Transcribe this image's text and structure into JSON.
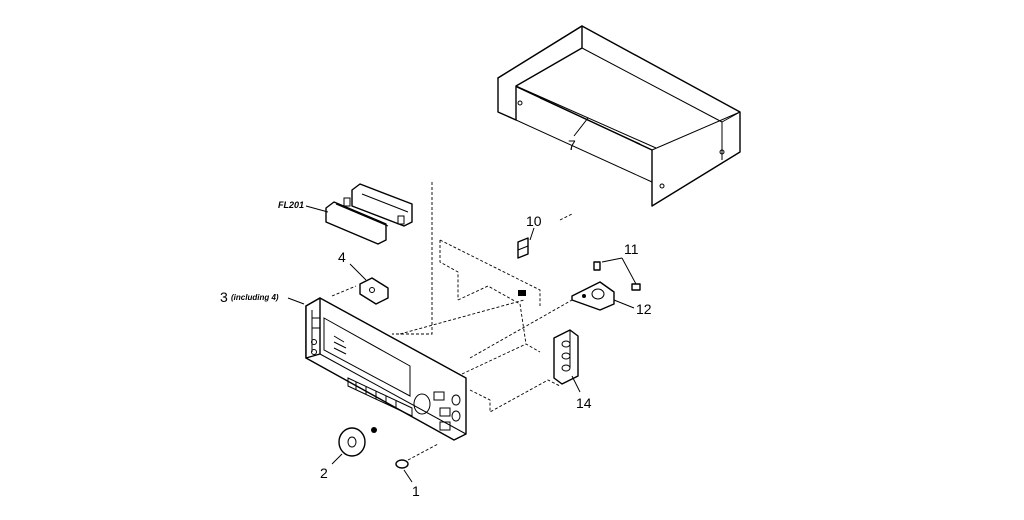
{
  "labels": {
    "part_1": "1",
    "part_2": "2",
    "part_3": "3",
    "part_3_note": "(including 4)",
    "part_4": "4",
    "part_7": "7",
    "part_10": "10",
    "part_11": "11",
    "part_12": "12",
    "part_14": "14",
    "fl201": "FL201"
  },
  "colors": {
    "line": "#000000",
    "background": "#ffffff"
  }
}
